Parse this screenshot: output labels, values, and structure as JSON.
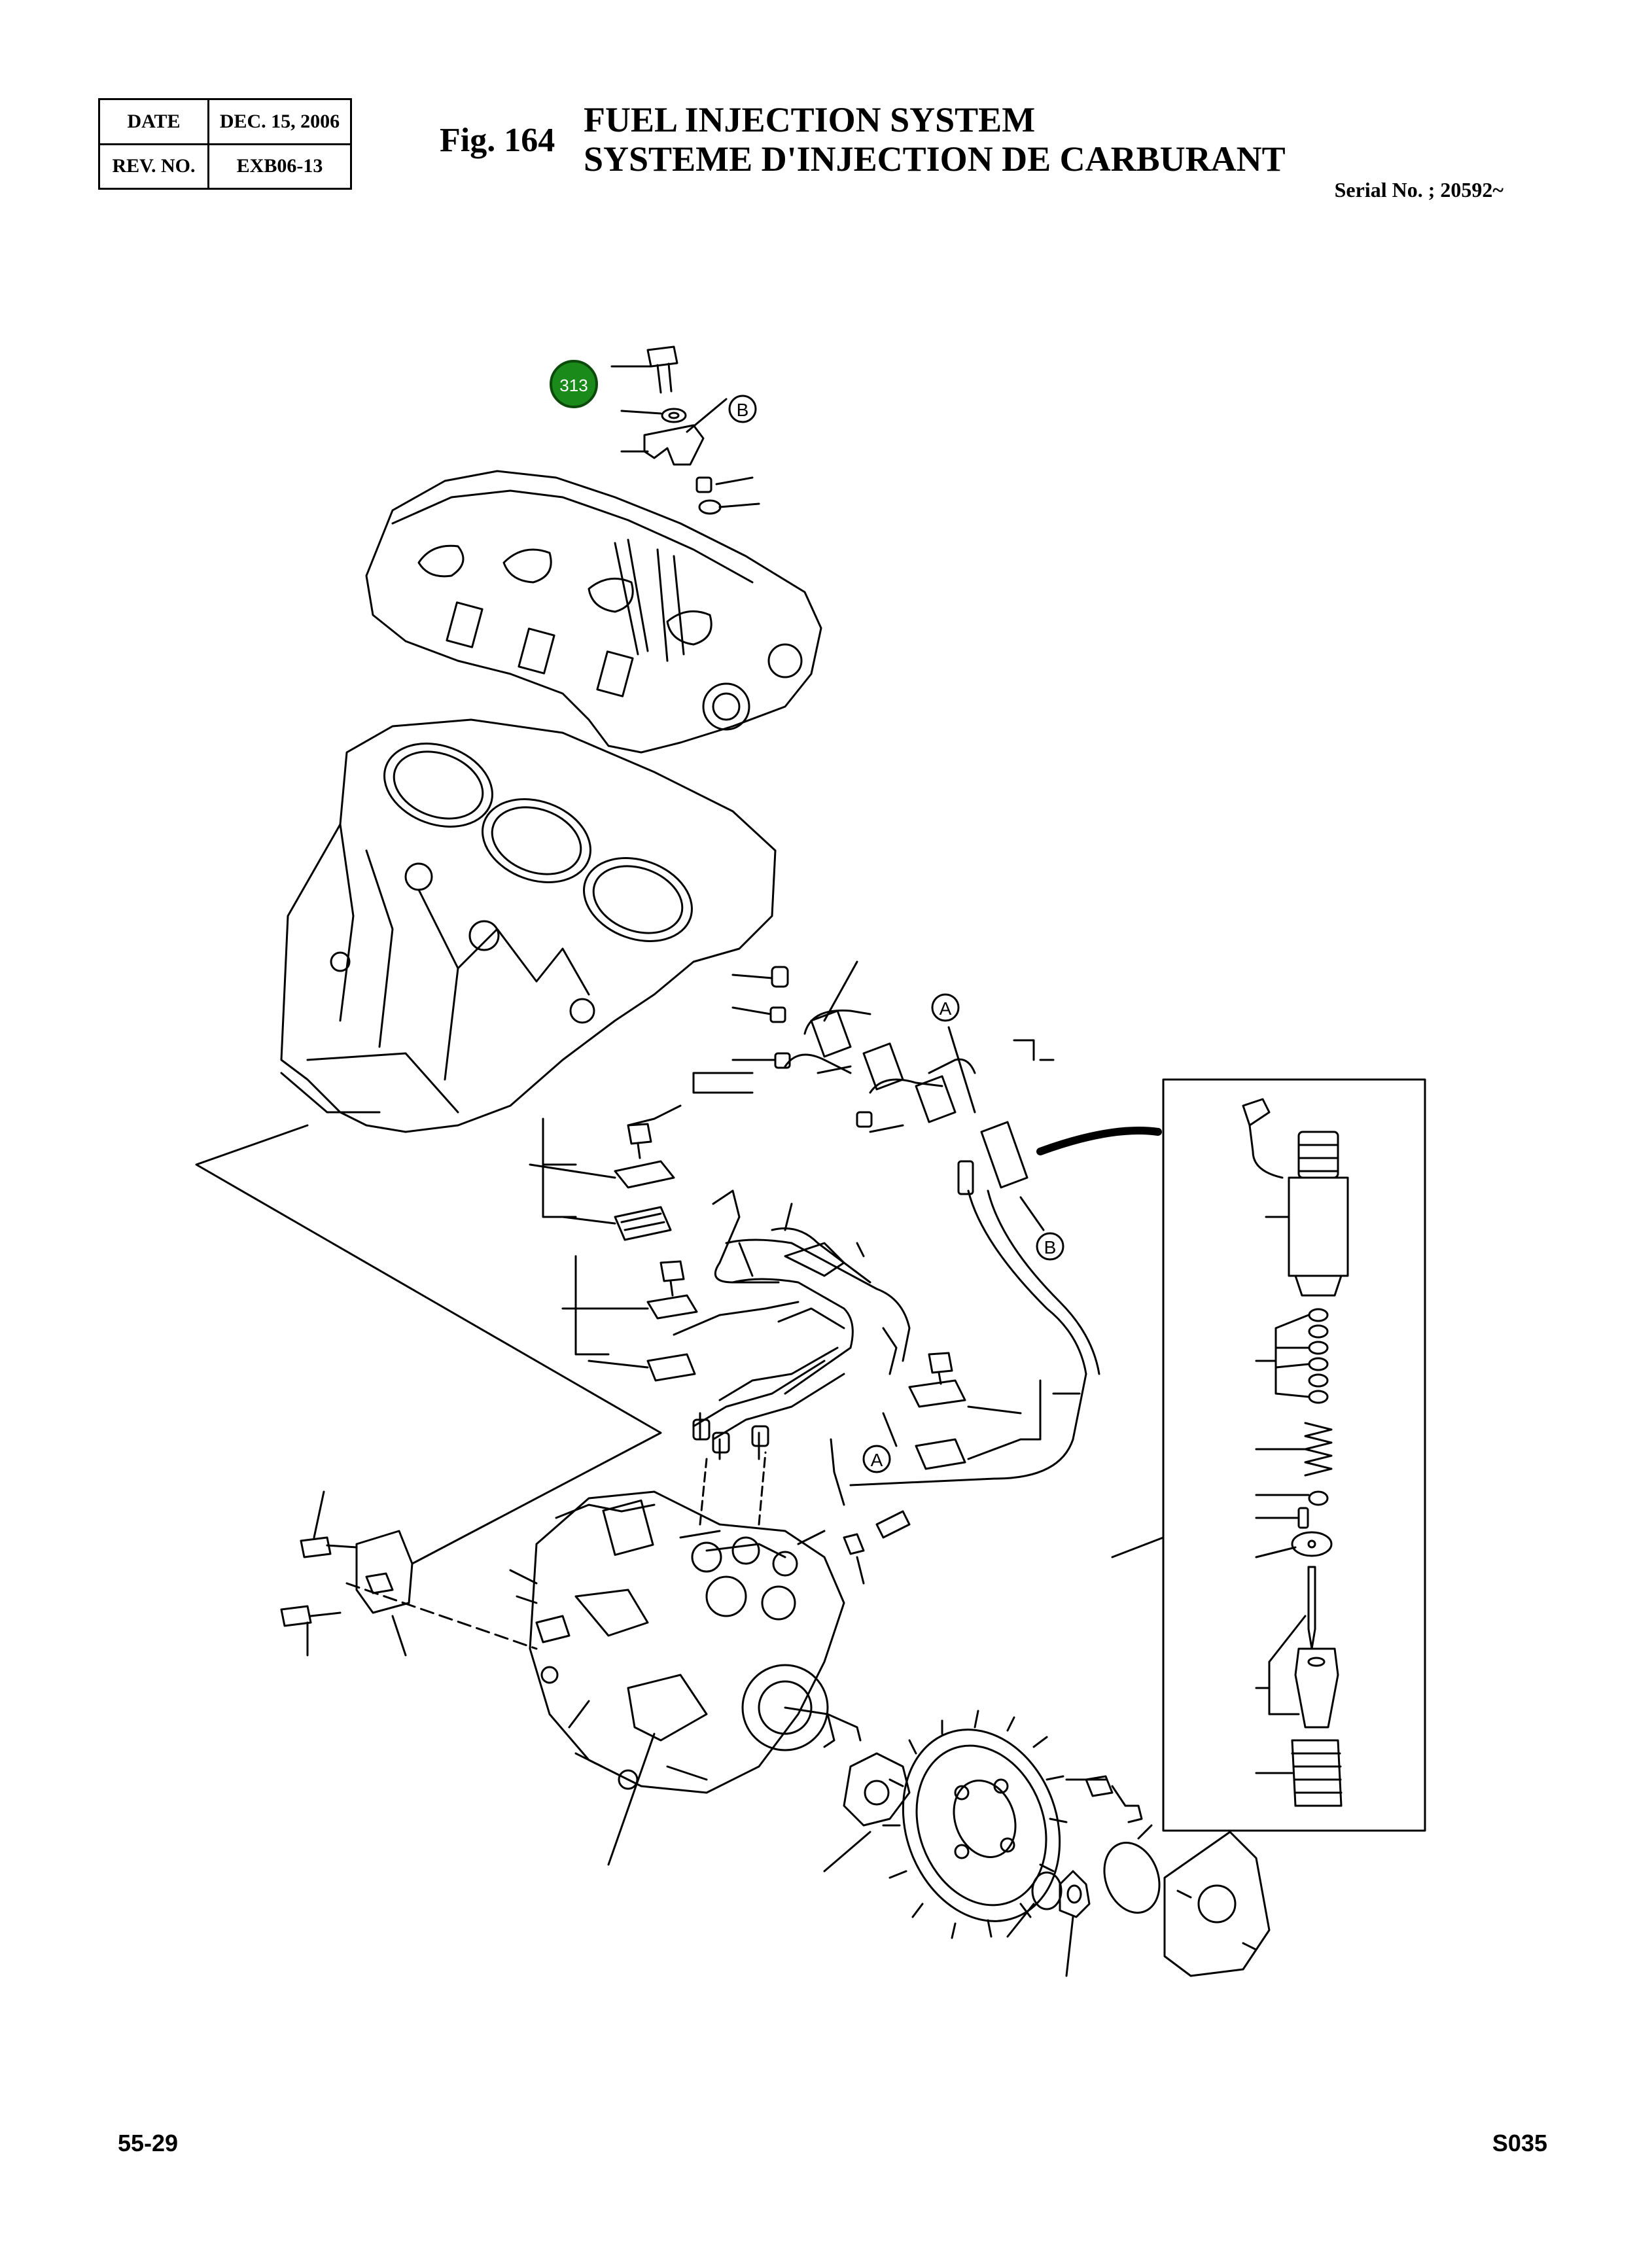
{
  "header": {
    "date_label": "DATE",
    "date_value": "DEC. 15, 2006",
    "rev_label": "REV. NO.",
    "rev_value": "EXB06-13",
    "fig_number": "Fig. 164",
    "title_en": "FUEL INJECTION SYSTEM",
    "title_fr": "SYSTEME D'INJECTION DE CARBURANT",
    "serial": "Serial No. ; 20592~"
  },
  "diagram": {
    "highlighted_callout": "313",
    "highlight_color": "#1a8a1a",
    "reference_marks": [
      "A",
      "B",
      "A",
      "B"
    ]
  },
  "footer": {
    "page_left": "55-29",
    "page_right": "S035"
  }
}
